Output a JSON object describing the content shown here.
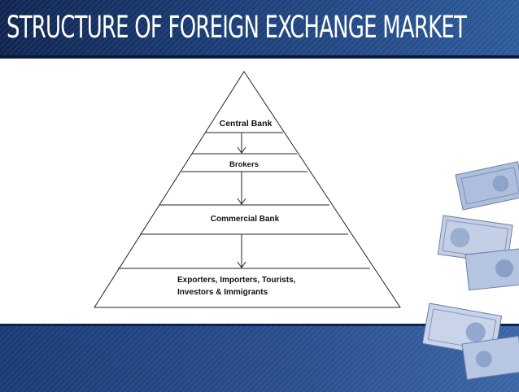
{
  "slide": {
    "title": "STRUCTURE OF FOREIGN EXCHANGE MARKET"
  },
  "diagram": {
    "levels": [
      {
        "label": "Central Bank"
      },
      {
        "label": "Brokers"
      },
      {
        "label": "Commercial Bank"
      },
      {
        "label": ""
      },
      {
        "label_line1": "Exporters, Importers, Tourists,",
        "label_line2": "Investors & Immigrants"
      }
    ]
  },
  "colors": {
    "title_bar": "#1b3e78",
    "title_text": "#ffffff",
    "bottom_bar": "#2a4f8e",
    "line": "#222222"
  }
}
